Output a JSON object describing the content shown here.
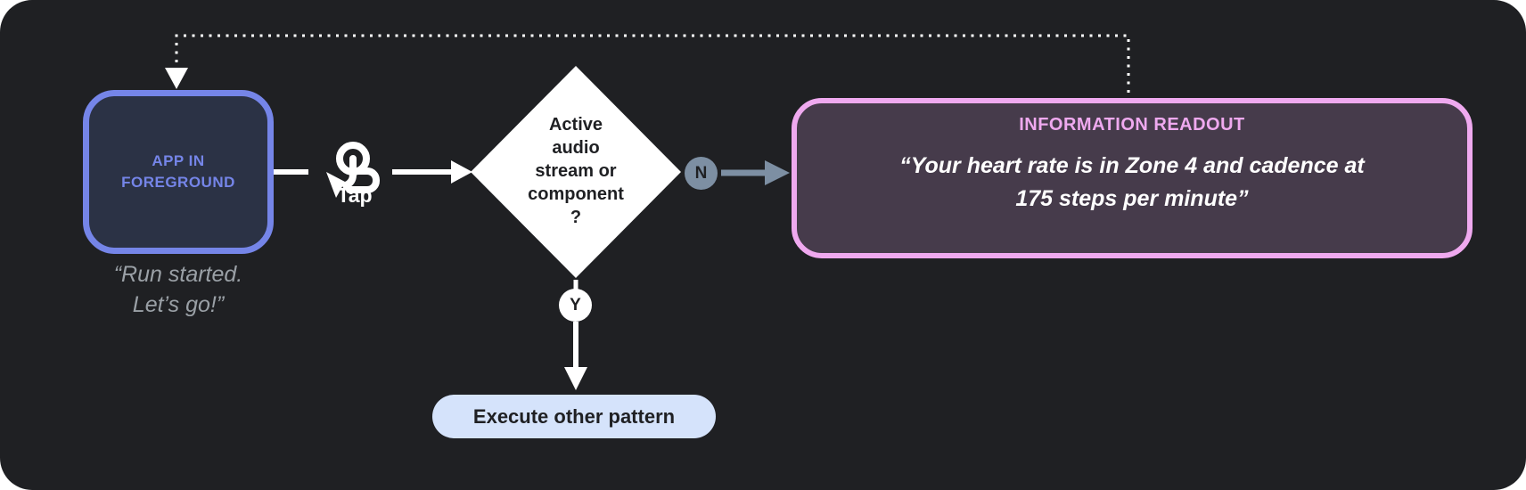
{
  "colors": {
    "canvas_bg": "#1f2023",
    "app_box_border": "#7585e8",
    "app_box_fill": "#2b3245",
    "app_box_text": "#7585e8",
    "quote_text": "#9aa0a6",
    "diamond_fill": "#ffffff",
    "no_badge_fill": "#7d8fa3",
    "no_arrow": "#7d8fa3",
    "readout_border": "#efa9ef",
    "readout_fill": "#463b4b",
    "readout_title_text": "#efa9ef",
    "pill_fill": "#d5e3fb",
    "dark_text": "#1f2023",
    "connector_white": "#ffffff"
  },
  "app_box": {
    "label_lines": [
      "APP IN",
      "FOREGROUND"
    ]
  },
  "app_quote": {
    "lines": [
      "“Run started.",
      "Let’s go!”"
    ]
  },
  "tap": {
    "label": "Tap",
    "icon": "tap-gesture-icon"
  },
  "decision": {
    "label_lines": [
      "Active",
      "audio",
      "stream or",
      "component",
      "?"
    ]
  },
  "branch_no": {
    "label": "N"
  },
  "branch_yes": {
    "label": "Y"
  },
  "readout": {
    "title": "INFORMATION READOUT",
    "quote_lines": [
      "“Your heart rate is in Zone 4 and cadence at",
      "175 steps per minute”"
    ]
  },
  "execute": {
    "label": "Execute other pattern"
  }
}
